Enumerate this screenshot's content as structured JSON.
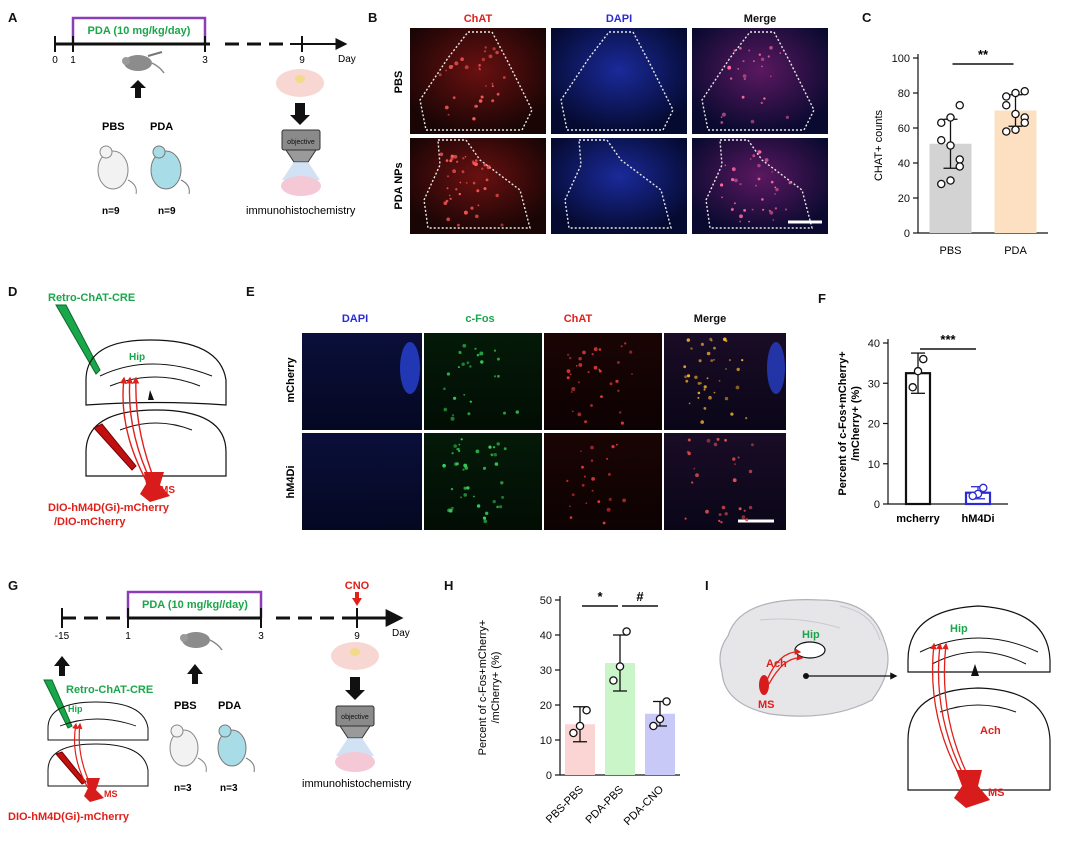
{
  "panels": {
    "A": {
      "label": "A",
      "treatment": "PDA (10 mg/kg/day)",
      "ticks": [
        "0",
        "1",
        "3",
        "9"
      ],
      "axis_unit": "Day",
      "groups": [
        "PBS",
        "PDA"
      ],
      "n": [
        "n=9",
        "n=9"
      ],
      "objective": "objective",
      "method": "immunohistochemistry"
    },
    "B": {
      "label": "B",
      "columns": [
        "ChAT",
        "DAPI",
        "Merge"
      ],
      "rows": [
        "PBS",
        "PDA NPs"
      ]
    },
    "C": {
      "label": "C"
    },
    "D": {
      "label": "D",
      "virus_top": "Retro-ChAT-CRE",
      "region_top": "Hip",
      "region_bottom": "MS",
      "virus_bottom_1": "DIO-hM4D(Gi)-mCherry",
      "virus_bottom_2": "/DIO-mCherry"
    },
    "E": {
      "label": "E",
      "columns": [
        "DAPI",
        "c-Fos",
        "ChAT",
        "Merge"
      ],
      "rows": [
        "mCherry",
        "hM4Di"
      ]
    },
    "F": {
      "label": "F"
    },
    "G": {
      "label": "G",
      "treatment": "PDA (10 mg/kg//day)",
      "cno": "CNO",
      "ticks": [
        "-15",
        "1",
        "3",
        "9"
      ],
      "axis_unit": "Day",
      "virus_top": "Retro-ChAT-CRE",
      "region_top": "Hip",
      "region_bottom": "MS",
      "virus_bottom": "DIO-hM4D(Gi)-mCherry",
      "groups": [
        "PBS",
        "PDA"
      ],
      "n": [
        "n=3",
        "n=3"
      ],
      "objective": "objective",
      "method": "immunohistochemistry"
    },
    "H": {
      "label": "H"
    },
    "I": {
      "label": "I",
      "hip": "Hip",
      "ach": "Ach",
      "ms": "MS"
    }
  },
  "chart_data": [
    {
      "id": "C",
      "type": "bar",
      "categories": [
        "PBS",
        "PDA"
      ],
      "values": [
        51,
        70
      ],
      "errors": [
        14,
        9
      ],
      "points": [
        [
          73,
          66,
          63,
          53,
          50,
          42,
          38,
          30,
          28
        ],
        [
          81,
          80,
          78,
          73,
          68,
          66,
          63,
          59,
          58
        ]
      ],
      "bar_colors": [
        "#d3d3d3",
        "#fde0c1"
      ],
      "ylabel": "CHAT+ counts",
      "ylim": [
        0,
        100
      ],
      "yticks": [
        0,
        20,
        40,
        60,
        80,
        100
      ],
      "significance": [
        {
          "pair": [
            0,
            1
          ],
          "label": "**"
        }
      ]
    },
    {
      "id": "F",
      "type": "bar",
      "categories": [
        "mcherry",
        "hM4Di"
      ],
      "values": [
        32.5,
        2.8
      ],
      "errors": [
        5,
        1.5
      ],
      "points": [
        [
          36,
          33,
          29
        ],
        [
          4,
          2.5,
          2
        ]
      ],
      "bar_colors": [
        "#ffffff",
        "#ffffff"
      ],
      "bar_strokes": [
        "#111111",
        "#2b2bd6"
      ],
      "ylabel_lines": [
        "Percent of c-Fos+mCherry+",
        "/mCherry+ (%)"
      ],
      "ylim": [
        0,
        40
      ],
      "yticks": [
        0,
        10,
        20,
        30,
        40
      ],
      "significance": [
        {
          "pair": [
            0,
            1
          ],
          "label": "***"
        }
      ]
    },
    {
      "id": "H",
      "type": "bar",
      "categories": [
        "PBS-PBS",
        "PDA-PBS",
        "PDA-CNO"
      ],
      "values": [
        14.5,
        32,
        17.5
      ],
      "errors": [
        5,
        8,
        3.5
      ],
      "points": [
        [
          18.5,
          14,
          12
        ],
        [
          41,
          31,
          27
        ],
        [
          21,
          16,
          14
        ]
      ],
      "bar_colors": [
        "#fbd4d4",
        "#c9f5c9",
        "#c9c9f7"
      ],
      "ylabel_lines": [
        "Percent of c-Fos+mCherry+",
        "/mCherry+ (%)"
      ],
      "ylim": [
        0,
        50
      ],
      "yticks": [
        0,
        10,
        20,
        30,
        40,
        50
      ],
      "significance": [
        {
          "pair": [
            0,
            1
          ],
          "label": "*"
        },
        {
          "pair": [
            1,
            2
          ],
          "label": "#"
        }
      ]
    }
  ]
}
